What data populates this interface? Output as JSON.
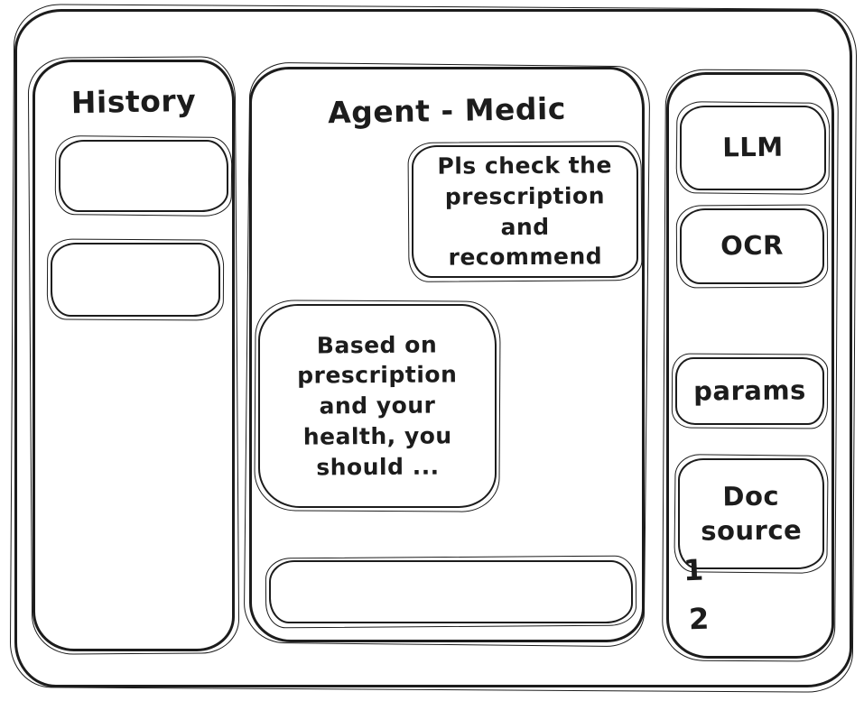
{
  "app": {
    "ink_color": "#1c1c1c",
    "background_color": "#ffffff"
  },
  "history_panel": {
    "title": "History",
    "items": [
      {
        "label": ""
      },
      {
        "label": ""
      }
    ]
  },
  "chat_panel": {
    "title": "Agent - Medic",
    "messages": [
      {
        "role": "user",
        "text": "Pls check the prescription and recommend"
      },
      {
        "role": "assistant",
        "text": "Based on prescription and your health, you should ..."
      }
    ],
    "input": {
      "value": "",
      "placeholder": ""
    }
  },
  "tools_panel": {
    "buttons": [
      {
        "label": "LLM"
      },
      {
        "label": "OCR"
      },
      {
        "label": "params"
      },
      {
        "label": "Doc source"
      }
    ],
    "doc_source_items": [
      {
        "label": "1"
      },
      {
        "label": "2"
      }
    ]
  }
}
